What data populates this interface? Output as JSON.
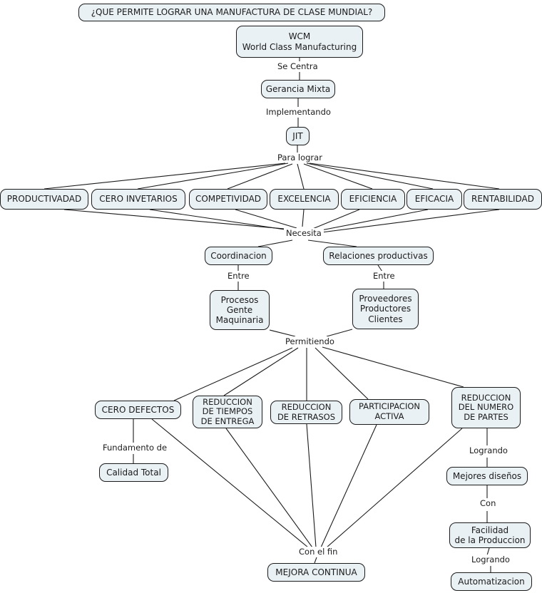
{
  "diagram": {
    "title": "¿QUE PERMITE LOGRAR UNA MANUFACTURA DE CLASE MUNDIAL?",
    "type": "concept-map",
    "style": {
      "node_fill": "#eaf1f4",
      "node_border": "#1b1b1b",
      "edge_color": "#1b1b1b",
      "background": "#ffffff",
      "text_color": "#1b1b1b"
    },
    "nodes": [
      {
        "id": "title",
        "label": "¿QUE PERMITE LOGRAR UNA MANUFACTURA DE CLASE MUNDIAL?"
      },
      {
        "id": "wcm",
        "label": "WCM\nWorld Class Manufacturing"
      },
      {
        "id": "gerancia",
        "label": "Gerancia Mixta"
      },
      {
        "id": "jit",
        "label": "JIT"
      },
      {
        "id": "productividad",
        "label": "PRODUCTIVADAD"
      },
      {
        "id": "inventarios",
        "label": "CERO INVETARIOS"
      },
      {
        "id": "competividad",
        "label": "COMPETIVIDAD"
      },
      {
        "id": "excelencia",
        "label": "EXCELENCIA"
      },
      {
        "id": "eficiencia",
        "label": "EFICIENCIA"
      },
      {
        "id": "eficacia",
        "label": "EFICACIA"
      },
      {
        "id": "rentabilidad",
        "label": "RENTABILIDAD"
      },
      {
        "id": "coordinacion",
        "label": "Coordinacion"
      },
      {
        "id": "relaciones",
        "label": "Relaciones productivas"
      },
      {
        "id": "procesos",
        "label": "Procesos\nGente\nMaquinaria"
      },
      {
        "id": "proveedores",
        "label": "Proveedores\nProductores\nClientes"
      },
      {
        "id": "cerodefectos",
        "label": "CERO DEFECTOS"
      },
      {
        "id": "redtiempos",
        "label": "REDUCCION\nDE  TIEMPOS\nDE ENTREGA"
      },
      {
        "id": "redretrasos",
        "label": "REDUCCION\nDE RETRASOS"
      },
      {
        "id": "participacion",
        "label": "PARTICIPACION\nACTIVA"
      },
      {
        "id": "redpartes",
        "label": "REDUCCION\nDEL NUMERO\nDE PARTES"
      },
      {
        "id": "calidadtotal",
        "label": "Calidad Total"
      },
      {
        "id": "mejoracontinua",
        "label": "MEJORA CONTINUA"
      },
      {
        "id": "mejoresdisenos",
        "label": "Mejores diseños"
      },
      {
        "id": "facilidad",
        "label": "Facilidad\nde la Produccion"
      },
      {
        "id": "automatizacion",
        "label": "Automatizacion"
      }
    ],
    "link_labels": [
      {
        "id": "se-centra",
        "label": "Se Centra"
      },
      {
        "id": "implementando",
        "label": "Implementando"
      },
      {
        "id": "para-lograr",
        "label": "Para lograr"
      },
      {
        "id": "necesita",
        "label": "Necesita"
      },
      {
        "id": "entre-izq",
        "label": "Entre"
      },
      {
        "id": "entre-der",
        "label": "Entre"
      },
      {
        "id": "permitiendo",
        "label": "Permitiendo"
      },
      {
        "id": "fundamento-de",
        "label": "Fundamento de"
      },
      {
        "id": "con-el-fin",
        "label": "Con el fin"
      },
      {
        "id": "logrando-1",
        "label": "Logrando"
      },
      {
        "id": "con",
        "label": "Con"
      },
      {
        "id": "logrando-2",
        "label": "Logrando"
      }
    ]
  }
}
